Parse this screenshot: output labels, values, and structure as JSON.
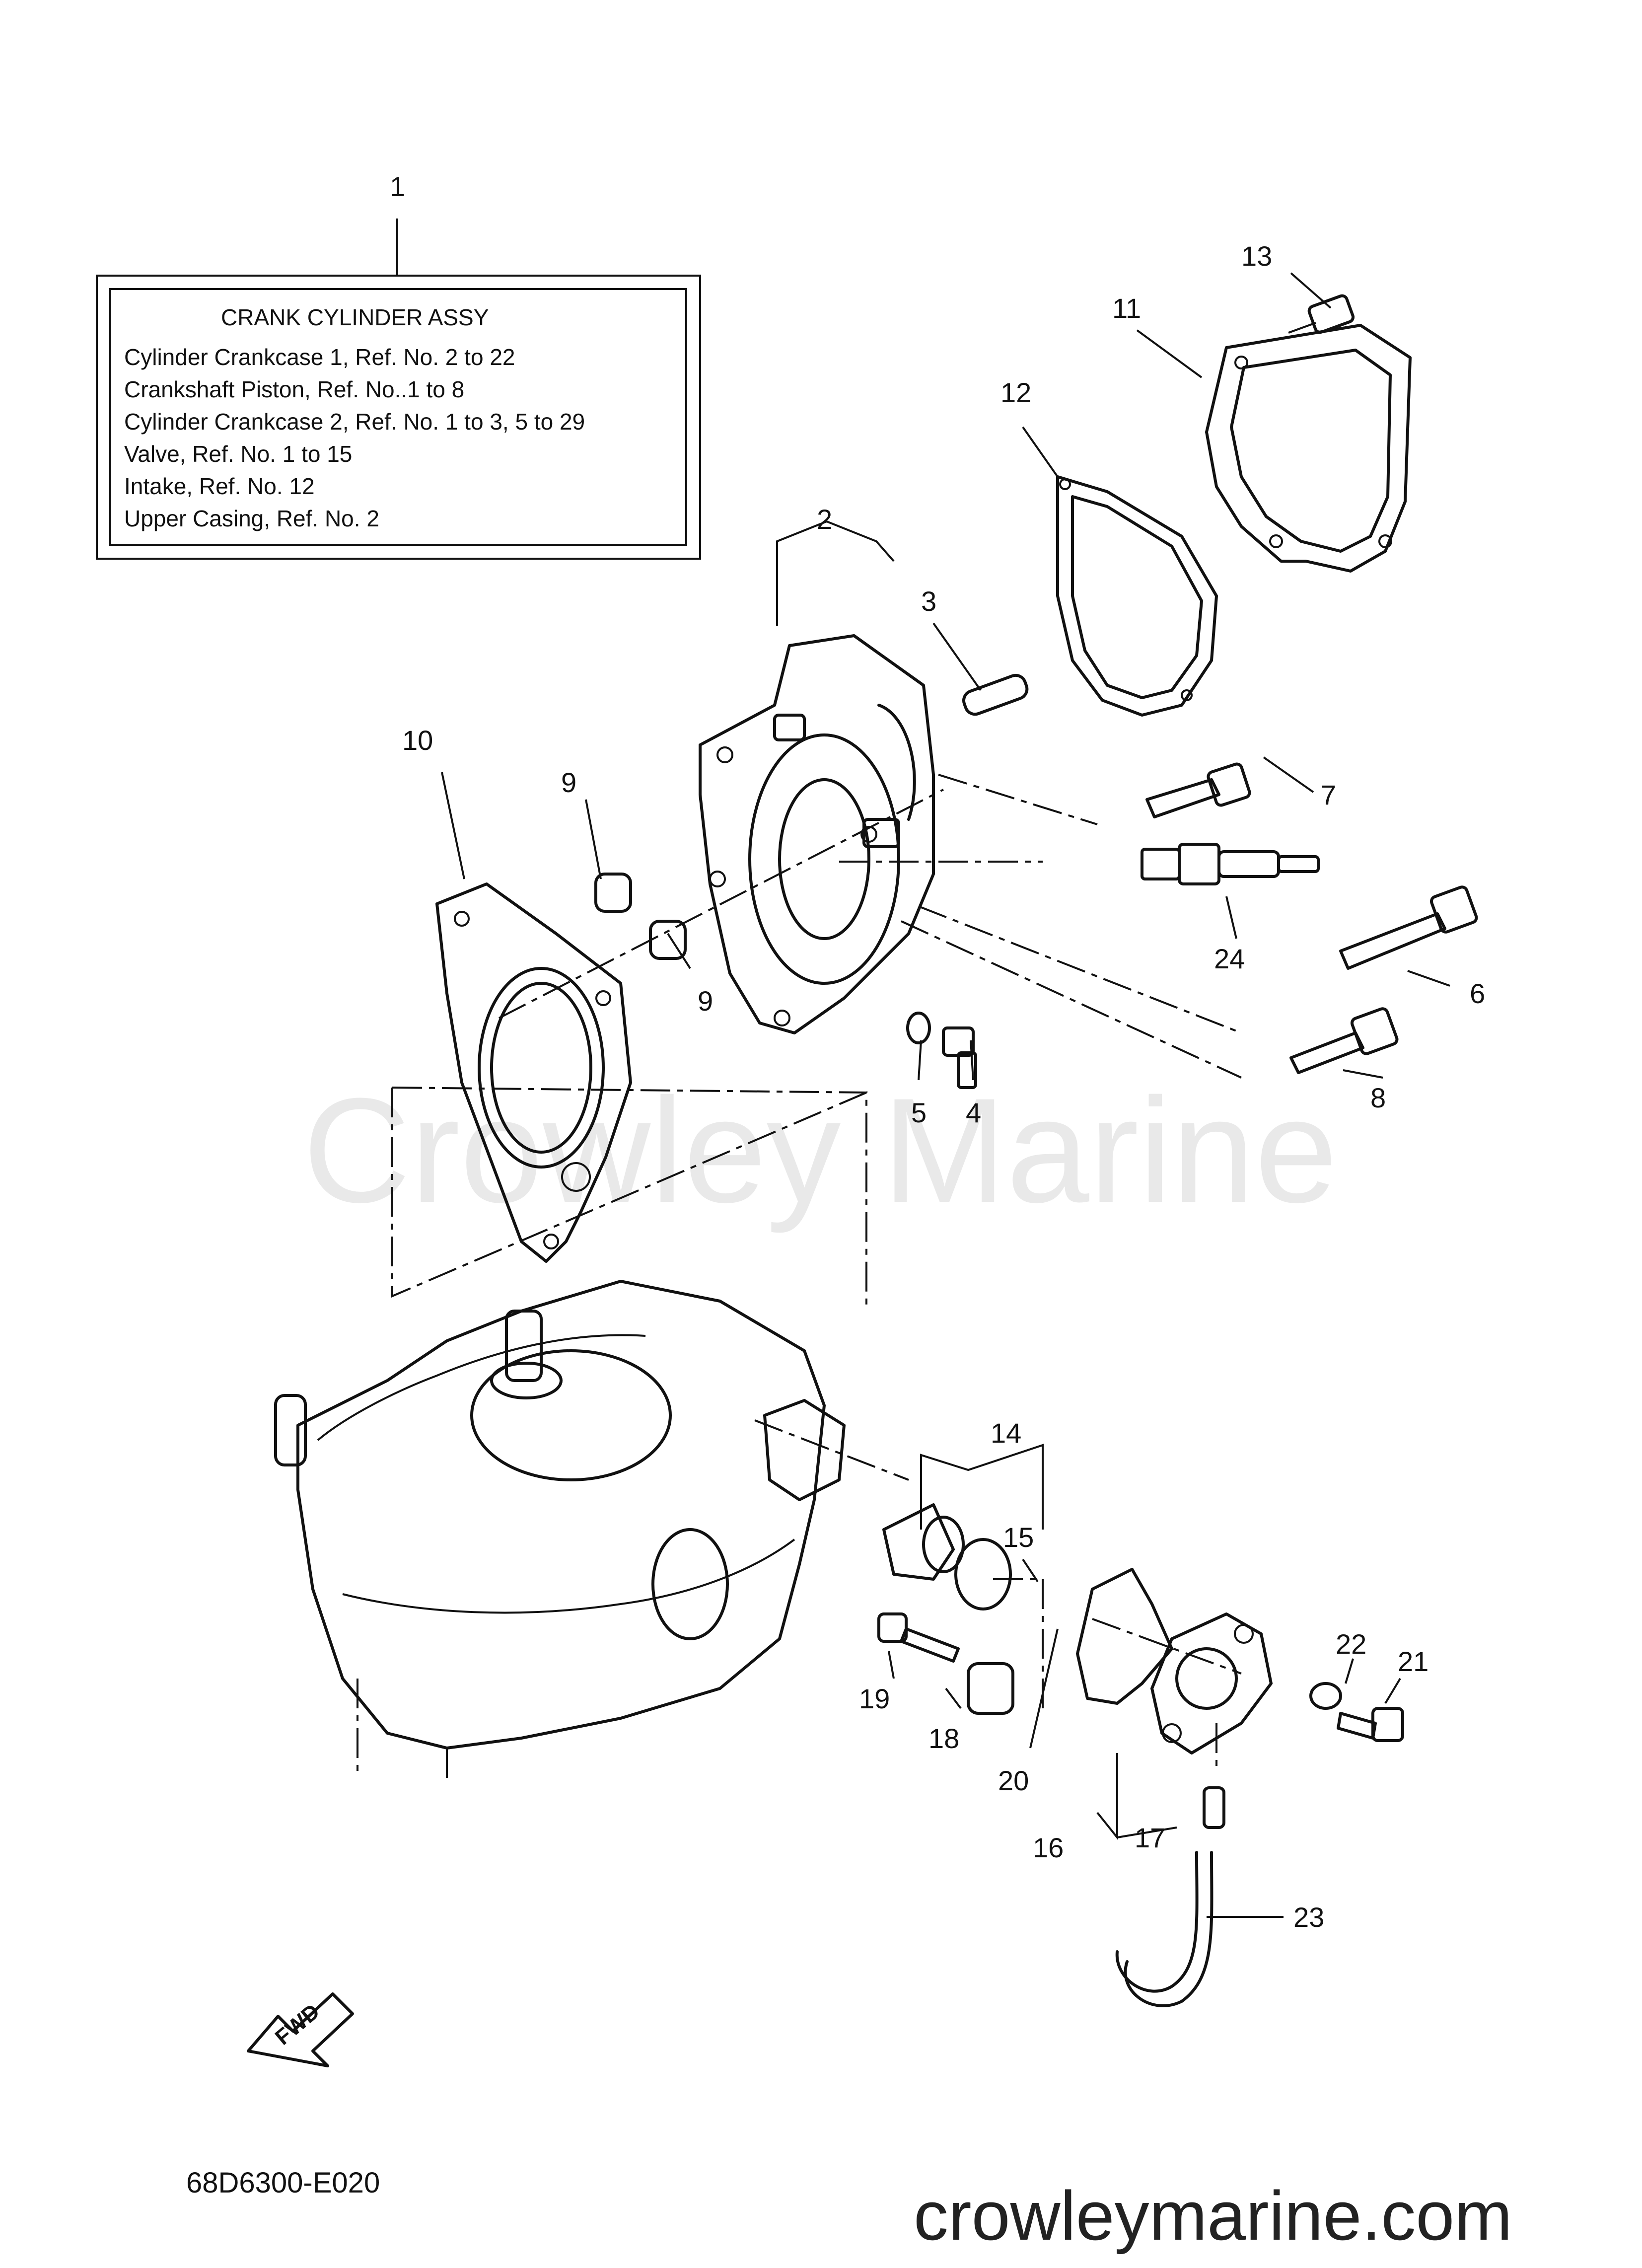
{
  "legend": {
    "title": "CRANK CYLINDER ASSY",
    "lines": [
      "Cylinder Crankcase 1,  Ref. No. 2 to 22",
      "Crankshaft Piston,  Ref. No..1 to 8",
      "Cylinder Crankcase 2,  Ref. No. 1 to 3, 5 to 29",
      "Valve,  Ref. No. 1 to 15",
      "Intake,  Ref. No. 12",
      "Upper Casing,  Ref. No. 2"
    ]
  },
  "callouts": [
    "1",
    "2",
    "3",
    "4",
    "5",
    "6",
    "7",
    "8",
    "9",
    "9",
    "10",
    "11",
    "12",
    "13",
    "14",
    "15",
    "16",
    "17",
    "18",
    "19",
    "20",
    "21",
    "22",
    "23",
    "24"
  ],
  "fwd_label": "FWD",
  "diagram_code": "68D6300-E020",
  "watermark": "Crowley Marine",
  "website": "crowleymarine.com"
}
